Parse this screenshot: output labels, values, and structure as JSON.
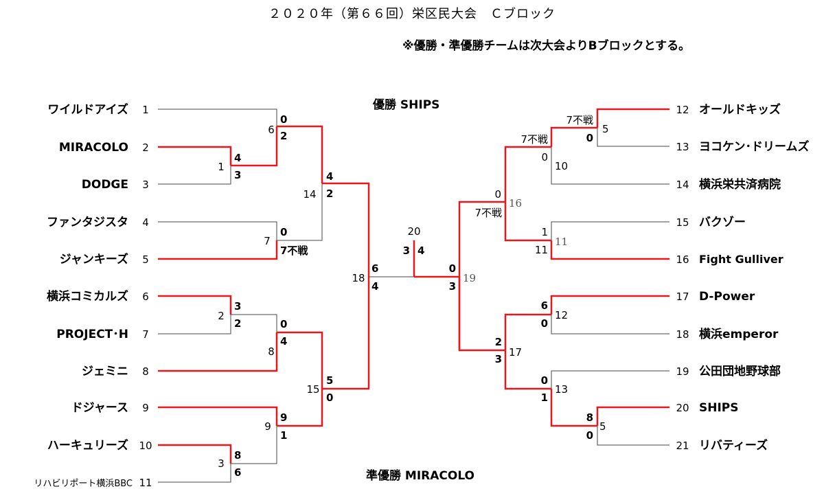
{
  "header": {
    "title": "２０２０年（第６６回）栄区民大会　Ｃブロック",
    "note": "※優勝・準優勝チームは次大会よりBブロックとする。"
  },
  "results": {
    "champion": "優勝 SHIPS",
    "runner_up": "準優勝 MIRACOLO"
  },
  "teams": [
    {
      "no": "1",
      "name": "ワイルドアイズ"
    },
    {
      "no": "2",
      "name": "MIRACOLO"
    },
    {
      "no": "3",
      "name": "DODGE"
    },
    {
      "no": "4",
      "name": "ファンタジスタ"
    },
    {
      "no": "5",
      "name": "ジャンキーズ"
    },
    {
      "no": "6",
      "name": "横浜コミカルズ"
    },
    {
      "no": "7",
      "name": "PROJECT･H"
    },
    {
      "no": "8",
      "name": "ジェミニ"
    },
    {
      "no": "9",
      "name": "ドジャース"
    },
    {
      "no": "10",
      "name": "ハーキュリーズ"
    },
    {
      "no": "11",
      "name": "リハビリポート横浜BBC"
    },
    {
      "no": "12",
      "name": "オールドキッズ"
    },
    {
      "no": "13",
      "name": "ヨコケン･ドリームズ"
    },
    {
      "no": "14",
      "name": "横浜栄共済病院"
    },
    {
      "no": "15",
      "name": "バクゾー"
    },
    {
      "no": "16",
      "name": "Fight Gulliver"
    },
    {
      "no": "17",
      "name": "D-Power"
    },
    {
      "no": "18",
      "name": "横浜emperor"
    },
    {
      "no": "19",
      "name": "公田団地野球部"
    },
    {
      "no": "20",
      "name": "SHIPS"
    },
    {
      "no": "21",
      "name": "リバティーズ"
    }
  ],
  "game_numbers": [
    "1",
    "2",
    "3",
    "5",
    "6",
    "7",
    "8",
    "9",
    "10",
    "11",
    "12",
    "13",
    "14",
    "15",
    "16",
    "17",
    "18",
    "19",
    "20"
  ],
  "scores": {
    "g6_top": "0",
    "g6_bot": "2",
    "g1_top": "4",
    "g1_bot": "3",
    "g14_top": "4",
    "g14_bot": "2",
    "g7_top": "0",
    "g7_bot": "7不戦",
    "g2_top": "3",
    "g2_bot": "2",
    "g8_top": "0",
    "g8_bot": "4",
    "g15_top": "5",
    "g15_bot": "0",
    "g9_top": "9",
    "g9_bot": "1",
    "g3_top": "8",
    "g3_bot": "6",
    "g18_top": "6",
    "g18_bot": "4",
    "g4_top": "7不戦",
    "g4_bot": "0",
    "g10_top": "7不戦",
    "g10_bot": "0",
    "g16_top": "0",
    "g16_bot": "7不戦",
    "g11_top": "1",
    "g11_bot": "11",
    "g12_top": "6",
    "g12_bot": "0",
    "g13_top": "0",
    "g13_bot": "1",
    "g5_top": "8",
    "g5_bot": "0",
    "g17_top": "2",
    "g17_bot": "3",
    "g19_top": "0",
    "g19_bot": "3",
    "final_left": "3",
    "final_right": "4"
  },
  "colors": {
    "winner_line": "#e8171c",
    "line": "#444444"
  }
}
